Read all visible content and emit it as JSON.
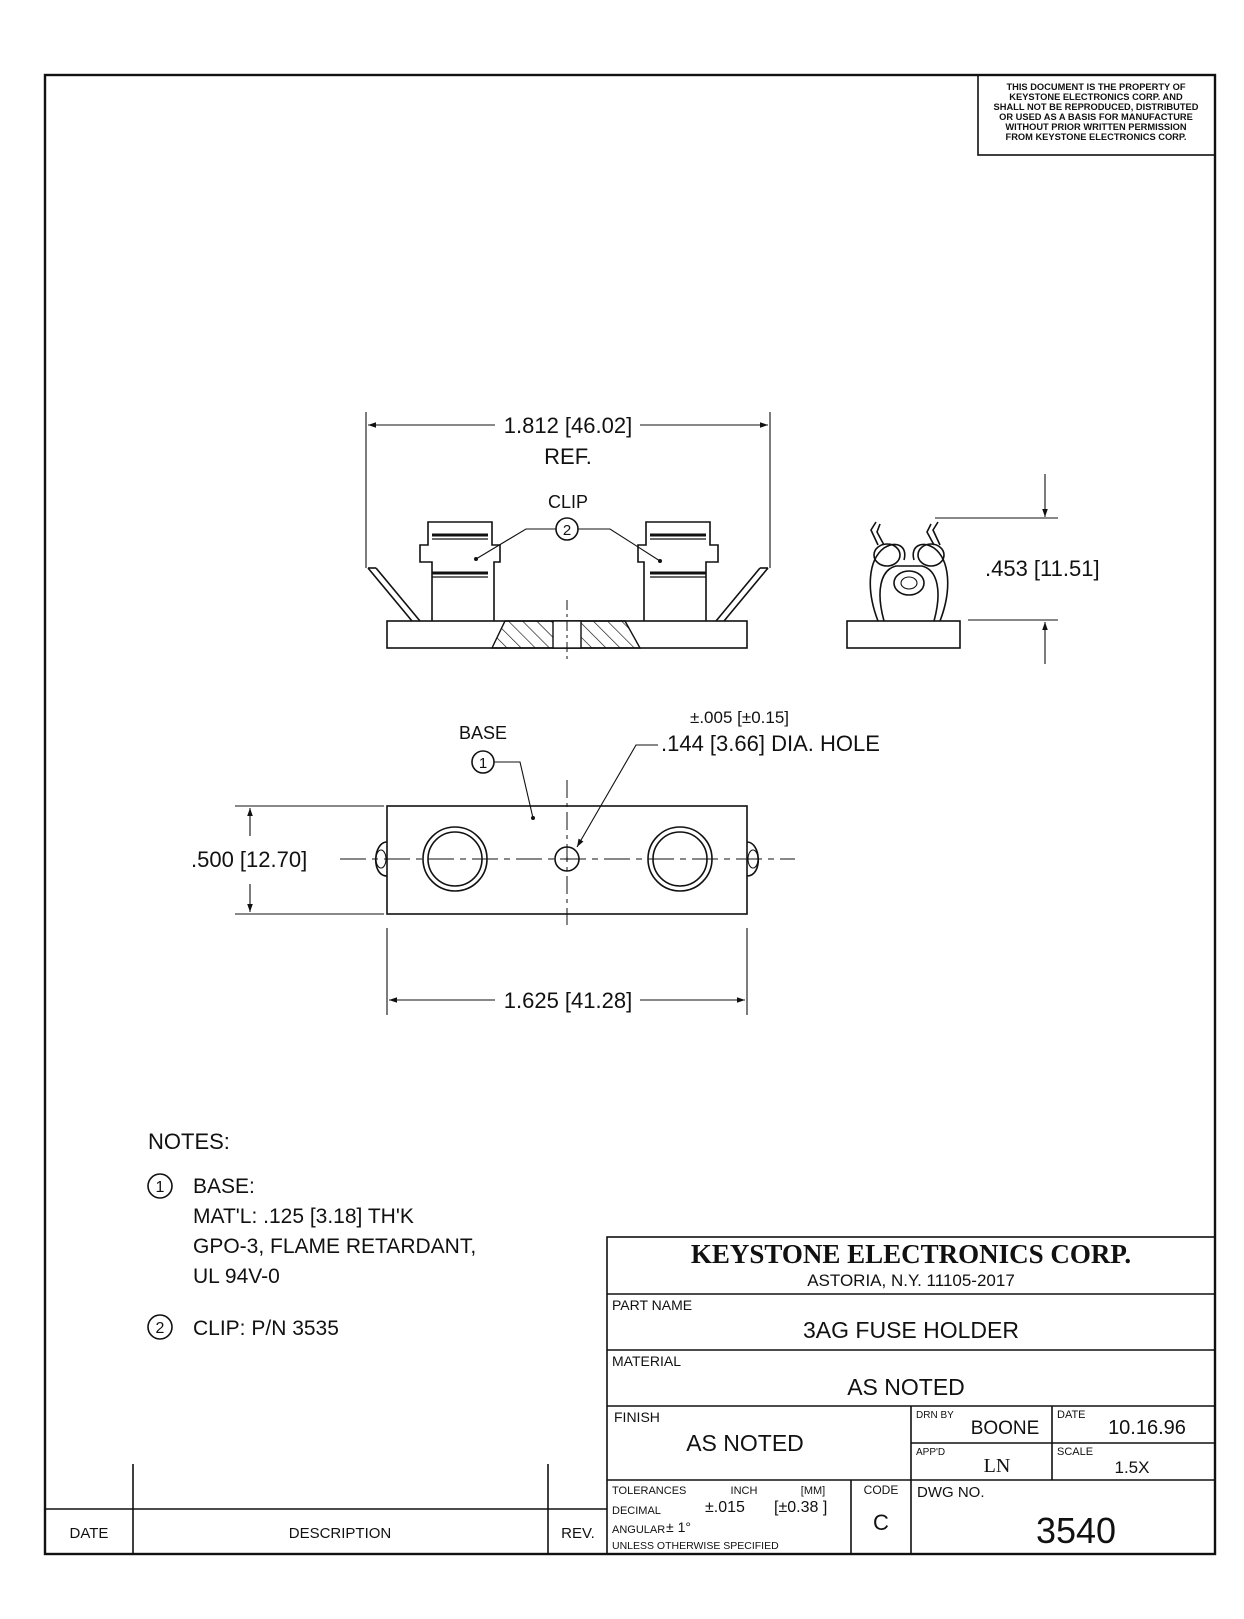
{
  "proprietary_notice": [
    "THIS DOCUMENT IS THE PROPERTY OF",
    "KEYSTONE ELECTRONICS CORP. AND",
    "SHALL NOT BE REPRODUCED, DISTRIBUTED",
    "OR USED AS A BASIS FOR MANUFACTURE",
    "WITHOUT PRIOR WRITTEN PERMISSION",
    "FROM KEYSTONE ELECTRONICS CORP."
  ],
  "dimensions": {
    "overall_width": "1.812 [46.02]",
    "overall_ref": "REF.",
    "clip_label": "CLIP",
    "height": ".453 [11.51]",
    "base_label": "BASE",
    "hole_tolerance": "±.005 [±0.15]",
    "hole_dia": ".144 [3.66] DIA. HOLE",
    "base_height": ".500 [12.70]",
    "base_width": "1.625 [41.28]",
    "balloon_1": "1",
    "balloon_2": "2"
  },
  "notes": {
    "title": "NOTES:",
    "items": [
      {
        "num": "1",
        "lines": [
          "BASE:",
          "MAT'L: .125 [3.18] TH'K",
          "GPO-3, FLAME RETARDANT,",
          "UL 94V-0"
        ]
      },
      {
        "num": "2",
        "lines": [
          "CLIP: P/N 3535"
        ]
      }
    ]
  },
  "revision_block": {
    "date": "DATE",
    "description": "DESCRIPTION",
    "rev": "REV."
  },
  "title_block": {
    "company": "KEYSTONE ELECTRONICS CORP.",
    "address": "ASTORIA, N.Y. 11105-2017",
    "part_name_label": "PART NAME",
    "part_name": "3AG FUSE HOLDER",
    "material_label": "MATERIAL",
    "material": "AS NOTED",
    "finish_label": "FINISH",
    "finish": "AS NOTED",
    "drn_by_label": "DRN BY",
    "drn_by": "BOONE",
    "date_label": "DATE",
    "date": "10.16.96",
    "appd_label": "APP'D",
    "appd": "LN",
    "scale_label": "SCALE",
    "scale": "1.5X",
    "tolerances_label": "TOLERANCES",
    "inch_label": "INCH",
    "mm_label": "[MM]",
    "decimal_label": "DECIMAL",
    "decimal_inch": "±.015",
    "decimal_mm": "[±0.38 ]",
    "angular_label": "ANGULAR",
    "angular": "± 1°",
    "unless": "UNLESS OTHERWISE SPECIFIED",
    "code_label": "CODE",
    "code": "C",
    "dwg_no_label": "DWG NO.",
    "dwg_no": "3540"
  }
}
